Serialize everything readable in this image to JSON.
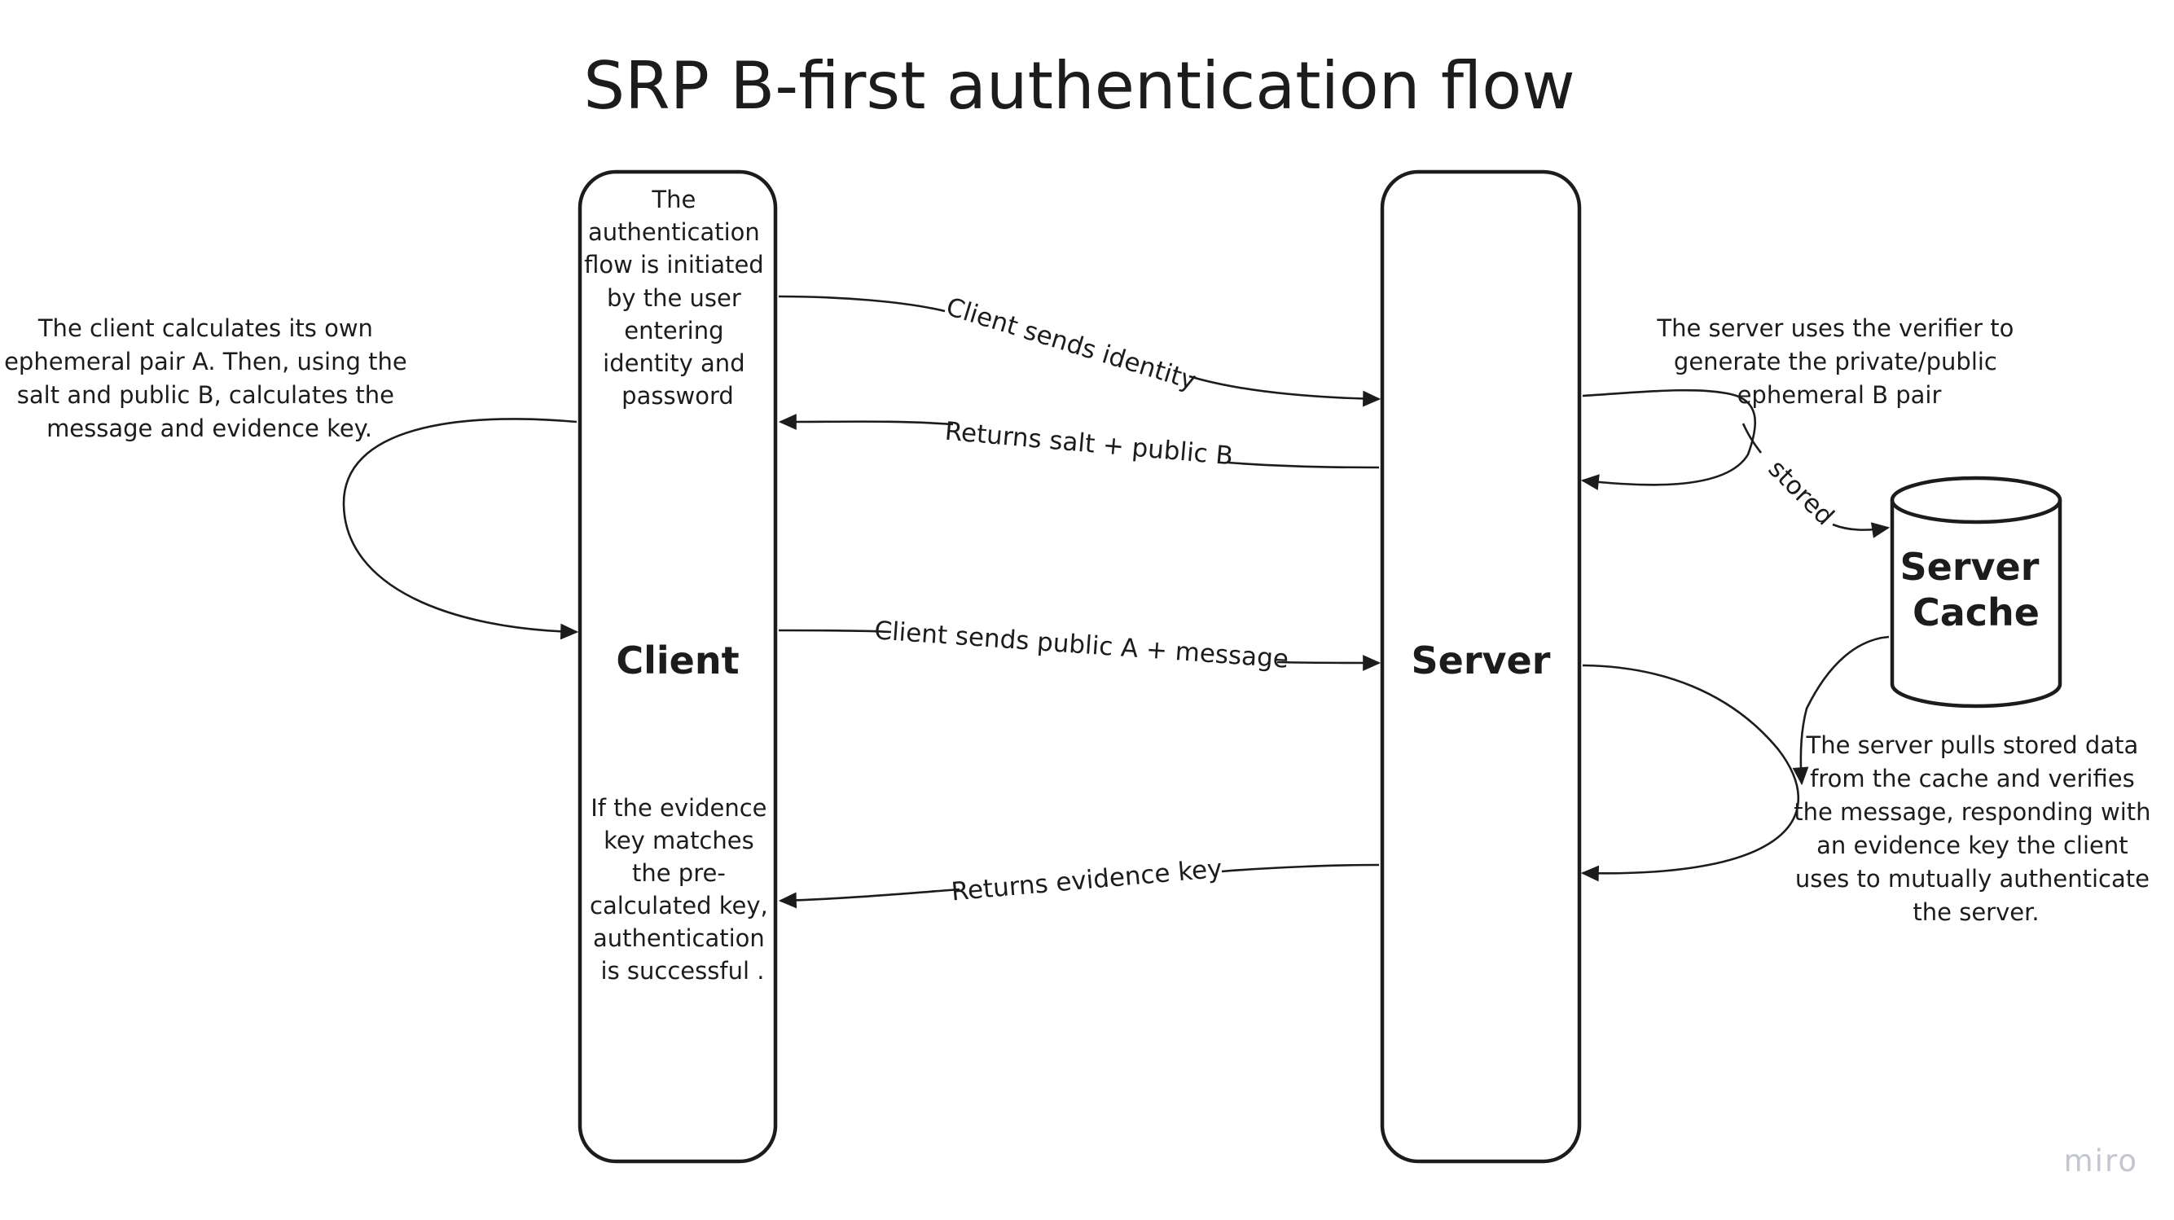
{
  "title": "SRP B-first authentication flow",
  "lanes": {
    "client": "Client",
    "server": "Server",
    "cache_line1": "Server",
    "cache_line2": "Cache"
  },
  "notes": {
    "client_start": [
      "The",
      "authentication",
      "flow is initiated",
      "by the user",
      "entering",
      "identity and",
      "password"
    ],
    "client_calc": [
      "The client calculates its own",
      "ephemeral pair A. Then, using the",
      "salt and public B, calculates the",
      "message and evidence key."
    ],
    "client_end": [
      "If the evidence",
      "key matches",
      "the pre-",
      "calculated key,",
      "authentication",
      "is successful ."
    ],
    "server_gen": [
      "The server uses the verifier to",
      "generate the private/public",
      "ephemeral B pair"
    ],
    "server_pull": [
      "The server pulls stored data",
      "from the cache and verifies",
      "the message, responding with",
      "an evidence key the client",
      "uses to mutually authenticate",
      "the server."
    ]
  },
  "arrows": {
    "send_identity": "Client sends identity",
    "return_salt": "Returns salt + public B",
    "send_public_a": "Client sends public A + message",
    "return_evidence": "Returns evidence key",
    "stored": "stored"
  },
  "watermark": "miro"
}
